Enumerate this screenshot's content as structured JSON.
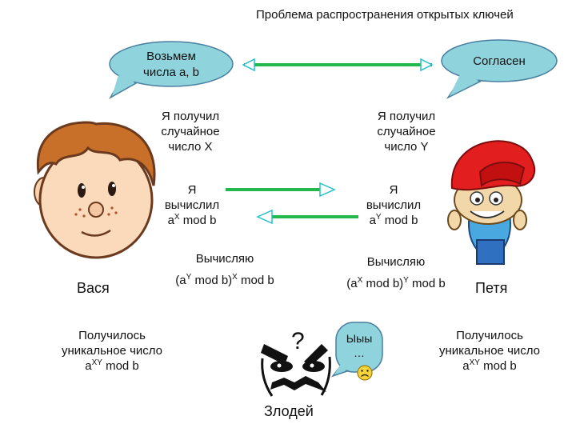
{
  "title": "Проблема распространения открытых ключей",
  "bubbles": {
    "vasya": [
      "Возьмем",
      "числа а, b"
    ],
    "petya": "Согласен",
    "villain": [
      "Ыыы",
      "…"
    ]
  },
  "received": {
    "vasya": [
      "Я получил",
      "случайное",
      "число X"
    ],
    "petya": [
      "Я получил",
      "случайное",
      "число Y"
    ]
  },
  "computed": {
    "vasya": {
      "line1": "Я",
      "line2": "вычислил",
      "base": "a",
      "exp": "X",
      "tail": " mod b"
    },
    "petya": {
      "line1": "Я",
      "line2": "вычислил",
      "base": "a",
      "exp": "Y",
      "tail": " mod b"
    }
  },
  "computing": {
    "vasya": {
      "label": "Вычисляю",
      "open": "(a",
      "inner_exp": "Y",
      "mid": " mod b)",
      "outer_exp": "X",
      "tail": " mod b"
    },
    "petya": {
      "label": "Вычисляю",
      "open": "(a",
      "inner_exp": "X",
      "mid": " mod b)",
      "outer_exp": "Y",
      "tail": " mod b"
    }
  },
  "names": {
    "vasya": "Вася",
    "petya": "Петя",
    "villain": "Злодей"
  },
  "result": {
    "vasya": {
      "line1": "Получилось",
      "line2": "уникальное число",
      "base": "a",
      "exp": "XY",
      "tail": " mod b"
    },
    "petya": {
      "line1": "Получилось",
      "line2": "уникальное число",
      "base": "a",
      "exp": "XY",
      "tail": " mod b"
    }
  },
  "question_mark": "?",
  "colors": {
    "bubble_fill": "#8fd3dd",
    "arrow_green": "#22b84c",
    "arrow_head": "#20c0c8"
  }
}
